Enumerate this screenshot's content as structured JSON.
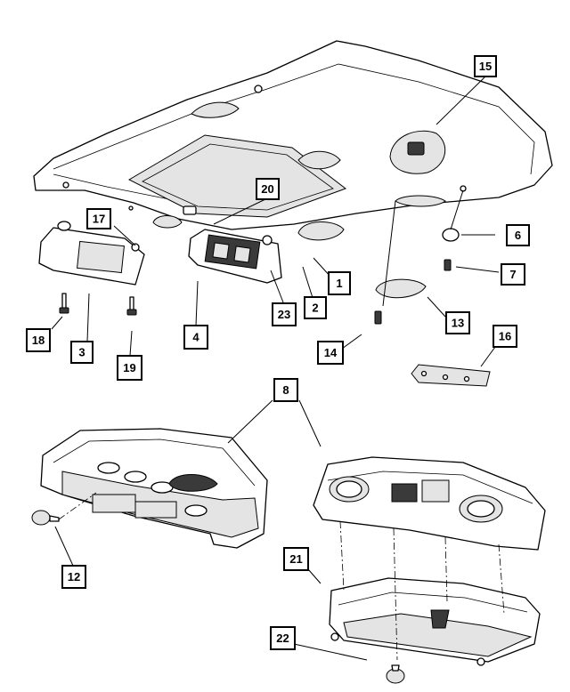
{
  "callouts": [
    {
      "id": "c1",
      "label": "1"
    },
    {
      "id": "c2",
      "label": "2"
    },
    {
      "id": "c3",
      "label": "3"
    },
    {
      "id": "c4",
      "label": "4"
    },
    {
      "id": "c6",
      "label": "6"
    },
    {
      "id": "c7",
      "label": "7"
    },
    {
      "id": "c8",
      "label": "8"
    },
    {
      "id": "c12",
      "label": "12"
    },
    {
      "id": "c13",
      "label": "13"
    },
    {
      "id": "c14",
      "label": "14"
    },
    {
      "id": "c15",
      "label": "15"
    },
    {
      "id": "c16",
      "label": "16"
    },
    {
      "id": "c17",
      "label": "17"
    },
    {
      "id": "c18",
      "label": "18"
    },
    {
      "id": "c19",
      "label": "19"
    },
    {
      "id": "c20",
      "label": "20"
    },
    {
      "id": "c21",
      "label": "21"
    },
    {
      "id": "c22",
      "label": "22"
    },
    {
      "id": "c23",
      "label": "23"
    }
  ],
  "colors": {
    "line": "#000000",
    "background": "#ffffff",
    "shade": "#e4e4e4"
  }
}
